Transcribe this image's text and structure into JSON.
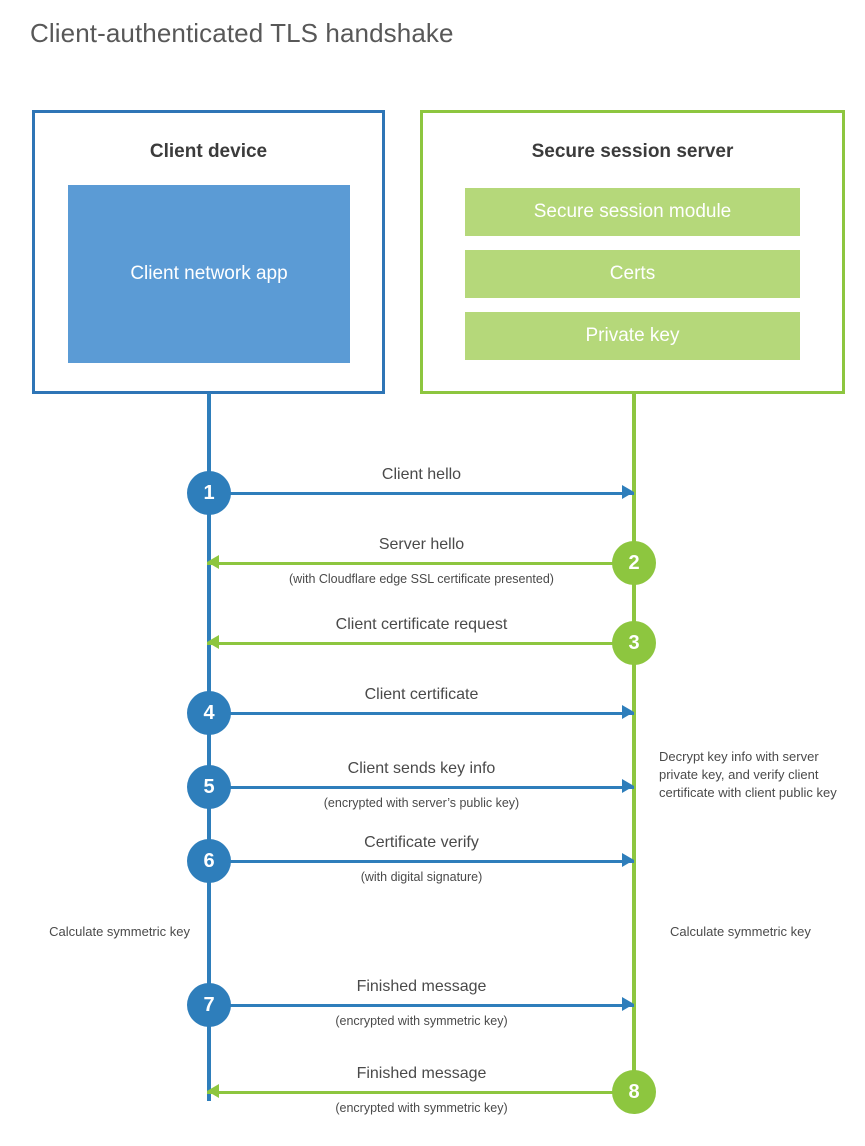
{
  "title": "Client-authenticated TLS handshake",
  "colors": {
    "blue_border": "#2E75B6",
    "blue_line": "#2E7EBB",
    "blue_fill": "#5B9BD5",
    "green_border": "#8DC63F",
    "green_line": "#8DC63F",
    "green_fill": "#B5D87A",
    "text": "#4A4A4A",
    "title_text": "#585858"
  },
  "client": {
    "title": "Client device",
    "app_label": "Client network app"
  },
  "server": {
    "title": "Secure session server",
    "components": [
      "Secure session module",
      "Certs",
      "Private key"
    ]
  },
  "notes": {
    "client_calculate": "Calculate symmetric key",
    "server_decrypt": "Decrypt key info with server private key, and verify client certificate with client public key",
    "server_calculate": "Calculate symmetric key"
  },
  "steps": [
    {
      "number": "1",
      "direction": "client-to-server",
      "label": "Client hello",
      "sublabel": "",
      "color": "blue"
    },
    {
      "number": "2",
      "direction": "server-to-client",
      "label": "Server hello",
      "sublabel": "(with Cloudflare edge SSL certificate presented)",
      "color": "green"
    },
    {
      "number": "3",
      "direction": "server-to-client",
      "label": "Client certificate request",
      "sublabel": "",
      "color": "green"
    },
    {
      "number": "4",
      "direction": "client-to-server",
      "label": "Client certificate",
      "sublabel": "",
      "color": "blue"
    },
    {
      "number": "5",
      "direction": "client-to-server",
      "label": "Client sends key info",
      "sublabel": "(encrypted with server’s public key)",
      "color": "blue"
    },
    {
      "number": "6",
      "direction": "client-to-server",
      "label": "Certificate verify",
      "sublabel": "(with digital signature)",
      "color": "blue"
    },
    {
      "number": "7",
      "direction": "client-to-server",
      "label": "Finished message",
      "sublabel": "(encrypted with symmetric key)",
      "color": "blue"
    },
    {
      "number": "8",
      "direction": "server-to-client",
      "label": "Finished message",
      "sublabel": "(encrypted with symmetric key)",
      "color": "green"
    }
  ]
}
